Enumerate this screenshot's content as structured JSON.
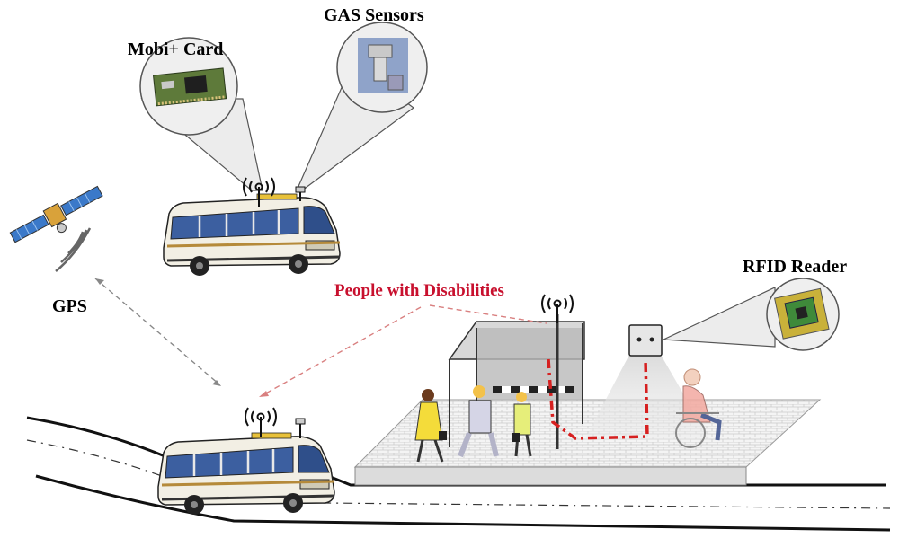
{
  "labels": {
    "mobi_card": "Mobi+ Card",
    "gas_sensors": "GAS Sensors",
    "gps": "GPS",
    "people_disabilities": "People with Disabilities",
    "rfid_reader": "RFID Reader"
  },
  "colors": {
    "annotation_red": "#c8102e",
    "text_black": "#000000",
    "bus_body": "#f2efe4",
    "bus_window": "#3c5fa0",
    "pavement": "#d9d9d9",
    "callout_fill": "#e6e6e6"
  },
  "icons": [
    "satellite-icon",
    "antenna-icon",
    "bus-icon",
    "bus-stop-shelter-icon",
    "rfid-reader-box-icon",
    "wheelchair-user-icon",
    "pedestrian-icon"
  ]
}
